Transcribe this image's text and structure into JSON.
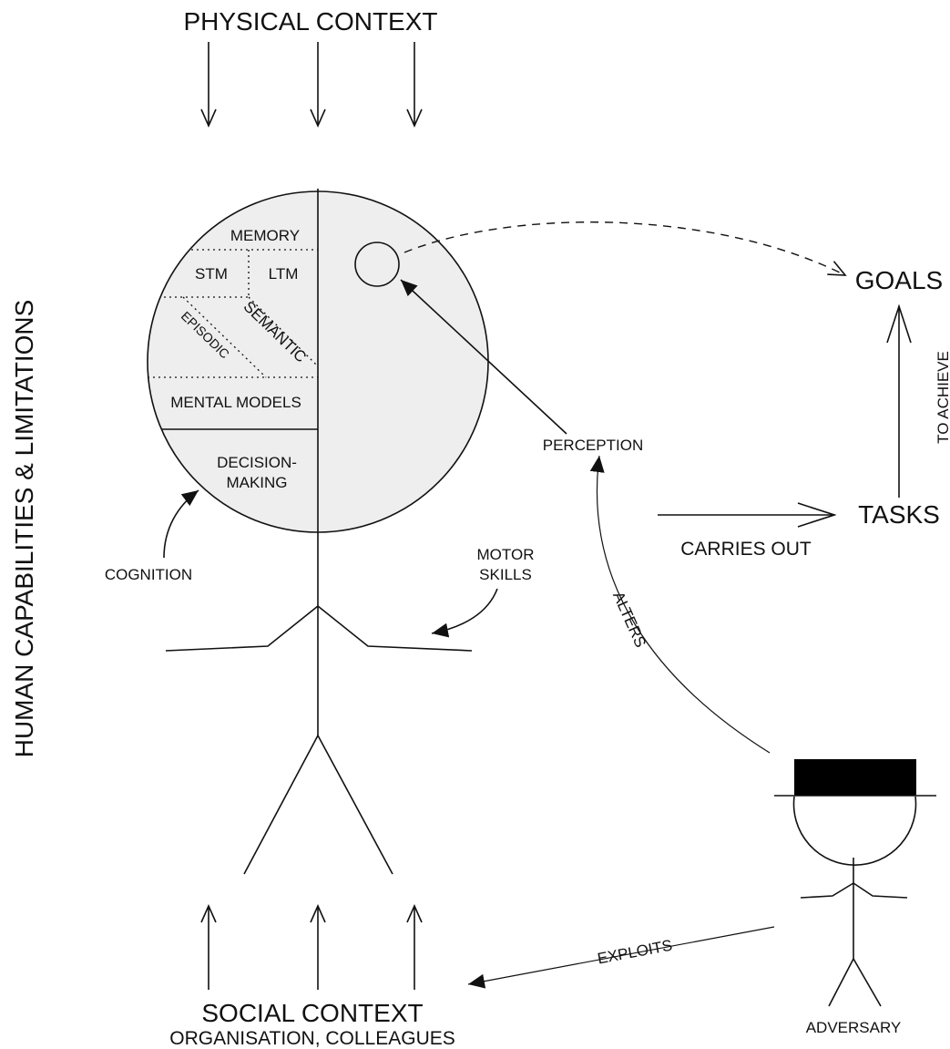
{
  "labels": {
    "physical_context": "PHYSICAL CONTEXT",
    "human_capabilities": "HUMAN CAPABILITIES & LIMITATIONS",
    "memory": "MEMORY",
    "stm": "STM",
    "ltm": "LTM",
    "episodic": "EPISODIC",
    "semantic": "SEMANTIC",
    "mental_models": "MENTAL MODELS",
    "decision_line1": "DECISION-",
    "decision_line2": "MAKING",
    "cognition": "COGNITION",
    "motor_line1": "MOTOR",
    "motor_line2": "SKILLS",
    "perception": "PERCEPTION",
    "goals": "GOALS",
    "to_achieve": "TO ACHIEVE",
    "tasks": "TASKS",
    "carries_out": "CARRIES OUT",
    "alters": "ALTERS",
    "exploits": "EXPLOITS",
    "adversary": "ADVERSARY",
    "social_context": "SOCIAL CONTEXT",
    "social_sub": "ORGANISATION, COLLEAGUES"
  },
  "colors": {
    "head_fill": "#eeeeee",
    "ink": "#111111",
    "hat": "#000000"
  }
}
